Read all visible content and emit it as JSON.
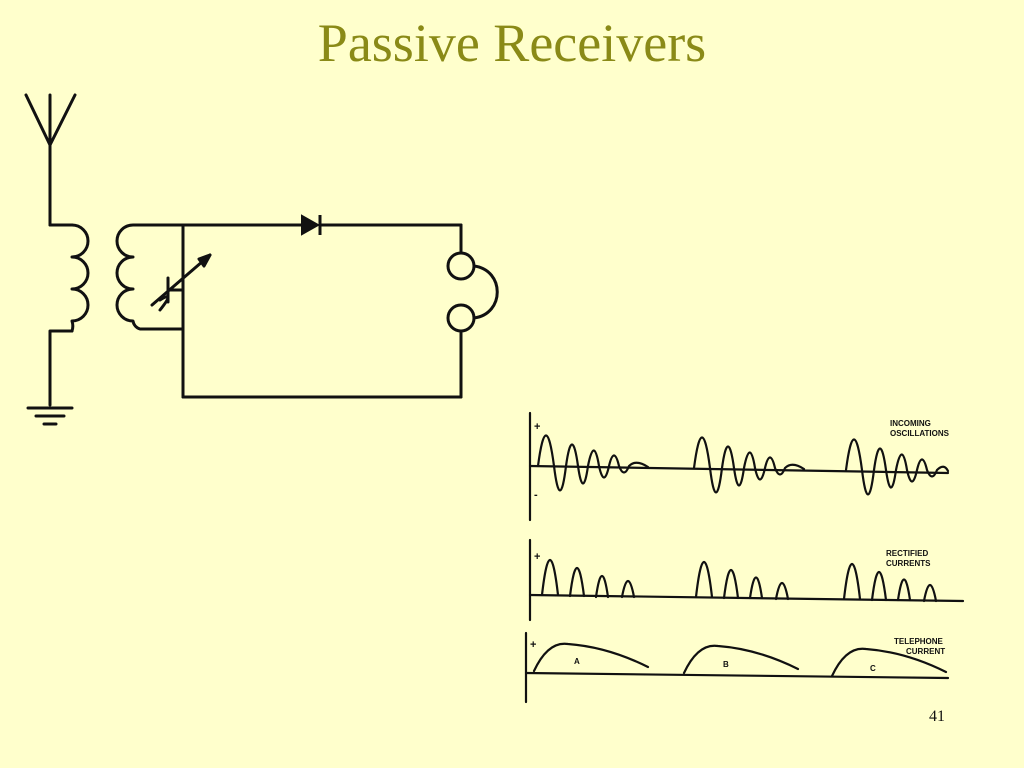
{
  "slide": {
    "title": "Passive Receivers",
    "page_number": "41"
  },
  "colors": {
    "background": "#FFFFCC",
    "title": "#8A8A17",
    "line": "#111111"
  },
  "waveforms": {
    "panels": [
      {
        "label_line1": "INCOMING",
        "label_line2": "OSCILLATIONS",
        "plus": "+",
        "minus": "-"
      },
      {
        "label_line1": "RECTIFIED",
        "label_line2": "CURRENTS",
        "plus": "+"
      },
      {
        "label_line1": "TELEPHONE",
        "label_line2": "CURRENT",
        "plus": "+"
      }
    ],
    "pulse_labels": [
      "A",
      "B",
      "C"
    ]
  }
}
